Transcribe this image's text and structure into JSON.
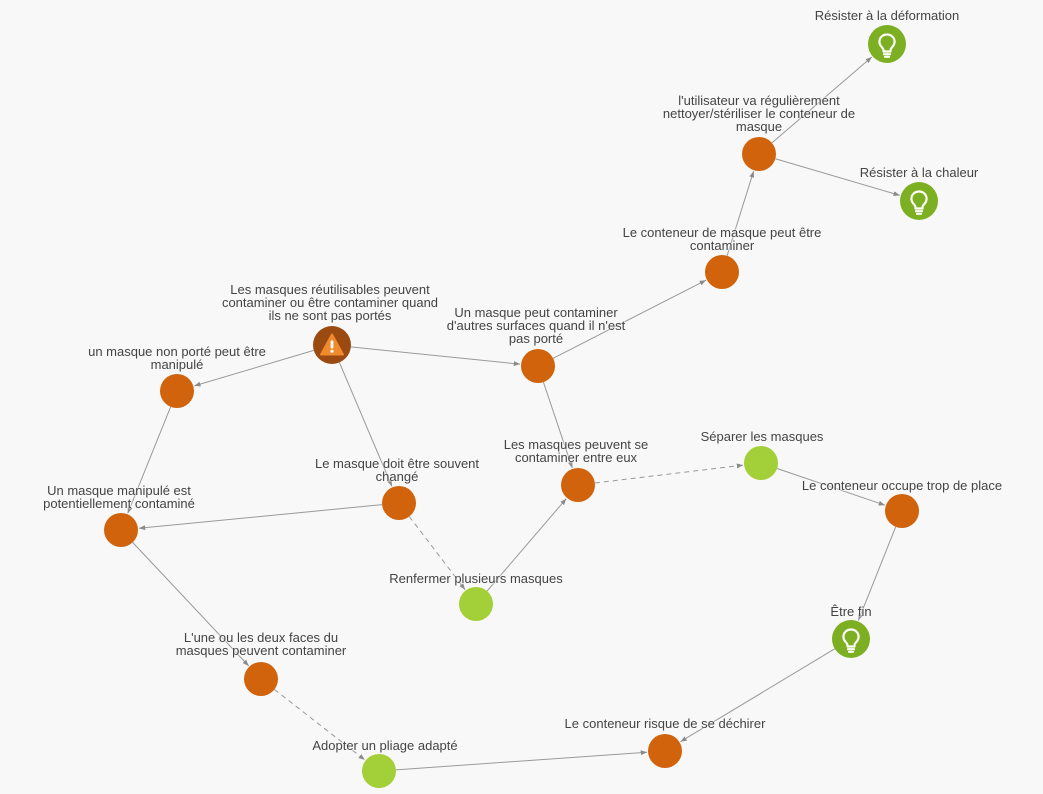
{
  "diagram": {
    "nodes": [
      {
        "id": "resister-deformation",
        "label": "Résister à la déformation",
        "kind": "idea",
        "icon": "lightbulb-icon"
      },
      {
        "id": "utilisateur-nettoyer",
        "label": "l'utilisateur va régulièrement nettoyer/stériliser le conteneur de masque",
        "kind": "problem"
      },
      {
        "id": "resister-chaleur",
        "label": "Résister à la chaleur",
        "kind": "idea",
        "icon": "lightbulb-icon"
      },
      {
        "id": "conteneur-contaminer",
        "label": "Le conteneur de masque peut être contaminer",
        "kind": "problem"
      },
      {
        "id": "masques-reutilisables",
        "label": "Les masques réutilisables peuvent contaminer ou être contaminer quand ils ne sont pas portés",
        "kind": "risk",
        "icon": "warning-icon"
      },
      {
        "id": "masque-contaminer-surfaces",
        "label": "Un masque peut contaminer d'autres surfaces quand il n'est pas porté",
        "kind": "problem"
      },
      {
        "id": "masque-non-porte",
        "label": "un masque non porté peut être manipulé",
        "kind": "problem"
      },
      {
        "id": "masques-entre-eux",
        "label": "Les masques peuvent se contaminer entre eux",
        "kind": "problem"
      },
      {
        "id": "separer-masques",
        "label": "Séparer les masques",
        "kind": "solution"
      },
      {
        "id": "masque-manipule",
        "label": "Un masque manipulé est potentiellement contaminé",
        "kind": "problem"
      },
      {
        "id": "masque-change",
        "label": "Le masque doit être souvent changé",
        "kind": "problem"
      },
      {
        "id": "conteneur-place",
        "label": "Le conteneur occupe trop de place",
        "kind": "problem"
      },
      {
        "id": "renfermer-masques",
        "label": "Renfermer plusieurs masques",
        "kind": "solution"
      },
      {
        "id": "etre-fin",
        "label": "Être fin",
        "kind": "idea",
        "icon": "lightbulb-icon"
      },
      {
        "id": "faces-contaminer",
        "label": "L'une ou les deux faces du masques peuvent contaminer",
        "kind": "problem"
      },
      {
        "id": "conteneur-dechirer",
        "label": "Le conteneur risque de se déchirer",
        "kind": "problem"
      },
      {
        "id": "pliage-adapte",
        "label": "Adopter un pliage adapté",
        "kind": "solution"
      }
    ],
    "edges": [
      {
        "from": "masques-reutilisables",
        "to": "masque-non-porte",
        "style": "solid"
      },
      {
        "from": "masques-reutilisables",
        "to": "masque-contaminer-surfaces",
        "style": "solid"
      },
      {
        "from": "masques-reutilisables",
        "to": "masque-change",
        "style": "solid"
      },
      {
        "from": "masque-non-porte",
        "to": "masque-manipule",
        "style": "solid"
      },
      {
        "from": "masque-change",
        "to": "masque-manipule",
        "style": "solid"
      },
      {
        "from": "masque-change",
        "to": "renfermer-masques",
        "style": "dashed"
      },
      {
        "from": "masque-manipule",
        "to": "faces-contaminer",
        "style": "solid"
      },
      {
        "from": "faces-contaminer",
        "to": "pliage-adapte",
        "style": "dashed"
      },
      {
        "from": "pliage-adapte",
        "to": "conteneur-dechirer",
        "style": "solid"
      },
      {
        "from": "masque-contaminer-surfaces",
        "to": "conteneur-contaminer",
        "style": "solid"
      },
      {
        "from": "masque-contaminer-surfaces",
        "to": "masques-entre-eux",
        "style": "solid"
      },
      {
        "from": "renfermer-masques",
        "to": "masques-entre-eux",
        "style": "solid"
      },
      {
        "from": "masques-entre-eux",
        "to": "separer-masques",
        "style": "dashed"
      },
      {
        "from": "separer-masques",
        "to": "conteneur-place",
        "style": "solid"
      },
      {
        "from": "conteneur-place",
        "to": "etre-fin",
        "style": "solid"
      },
      {
        "from": "etre-fin",
        "to": "conteneur-dechirer",
        "style": "solid"
      },
      {
        "from": "conteneur-contaminer",
        "to": "utilisateur-nettoyer",
        "style": "solid"
      },
      {
        "from": "utilisateur-nettoyer",
        "to": "resister-deformation",
        "style": "solid"
      },
      {
        "from": "utilisateur-nettoyer",
        "to": "resister-chaleur",
        "style": "solid"
      }
    ],
    "colors": {
      "problem": "#d0630c",
      "solution": "#a3cf38",
      "idea": "#7daf22",
      "risk": "#9b4a12",
      "edge": "#999999",
      "background": "#f8f8f8"
    }
  }
}
